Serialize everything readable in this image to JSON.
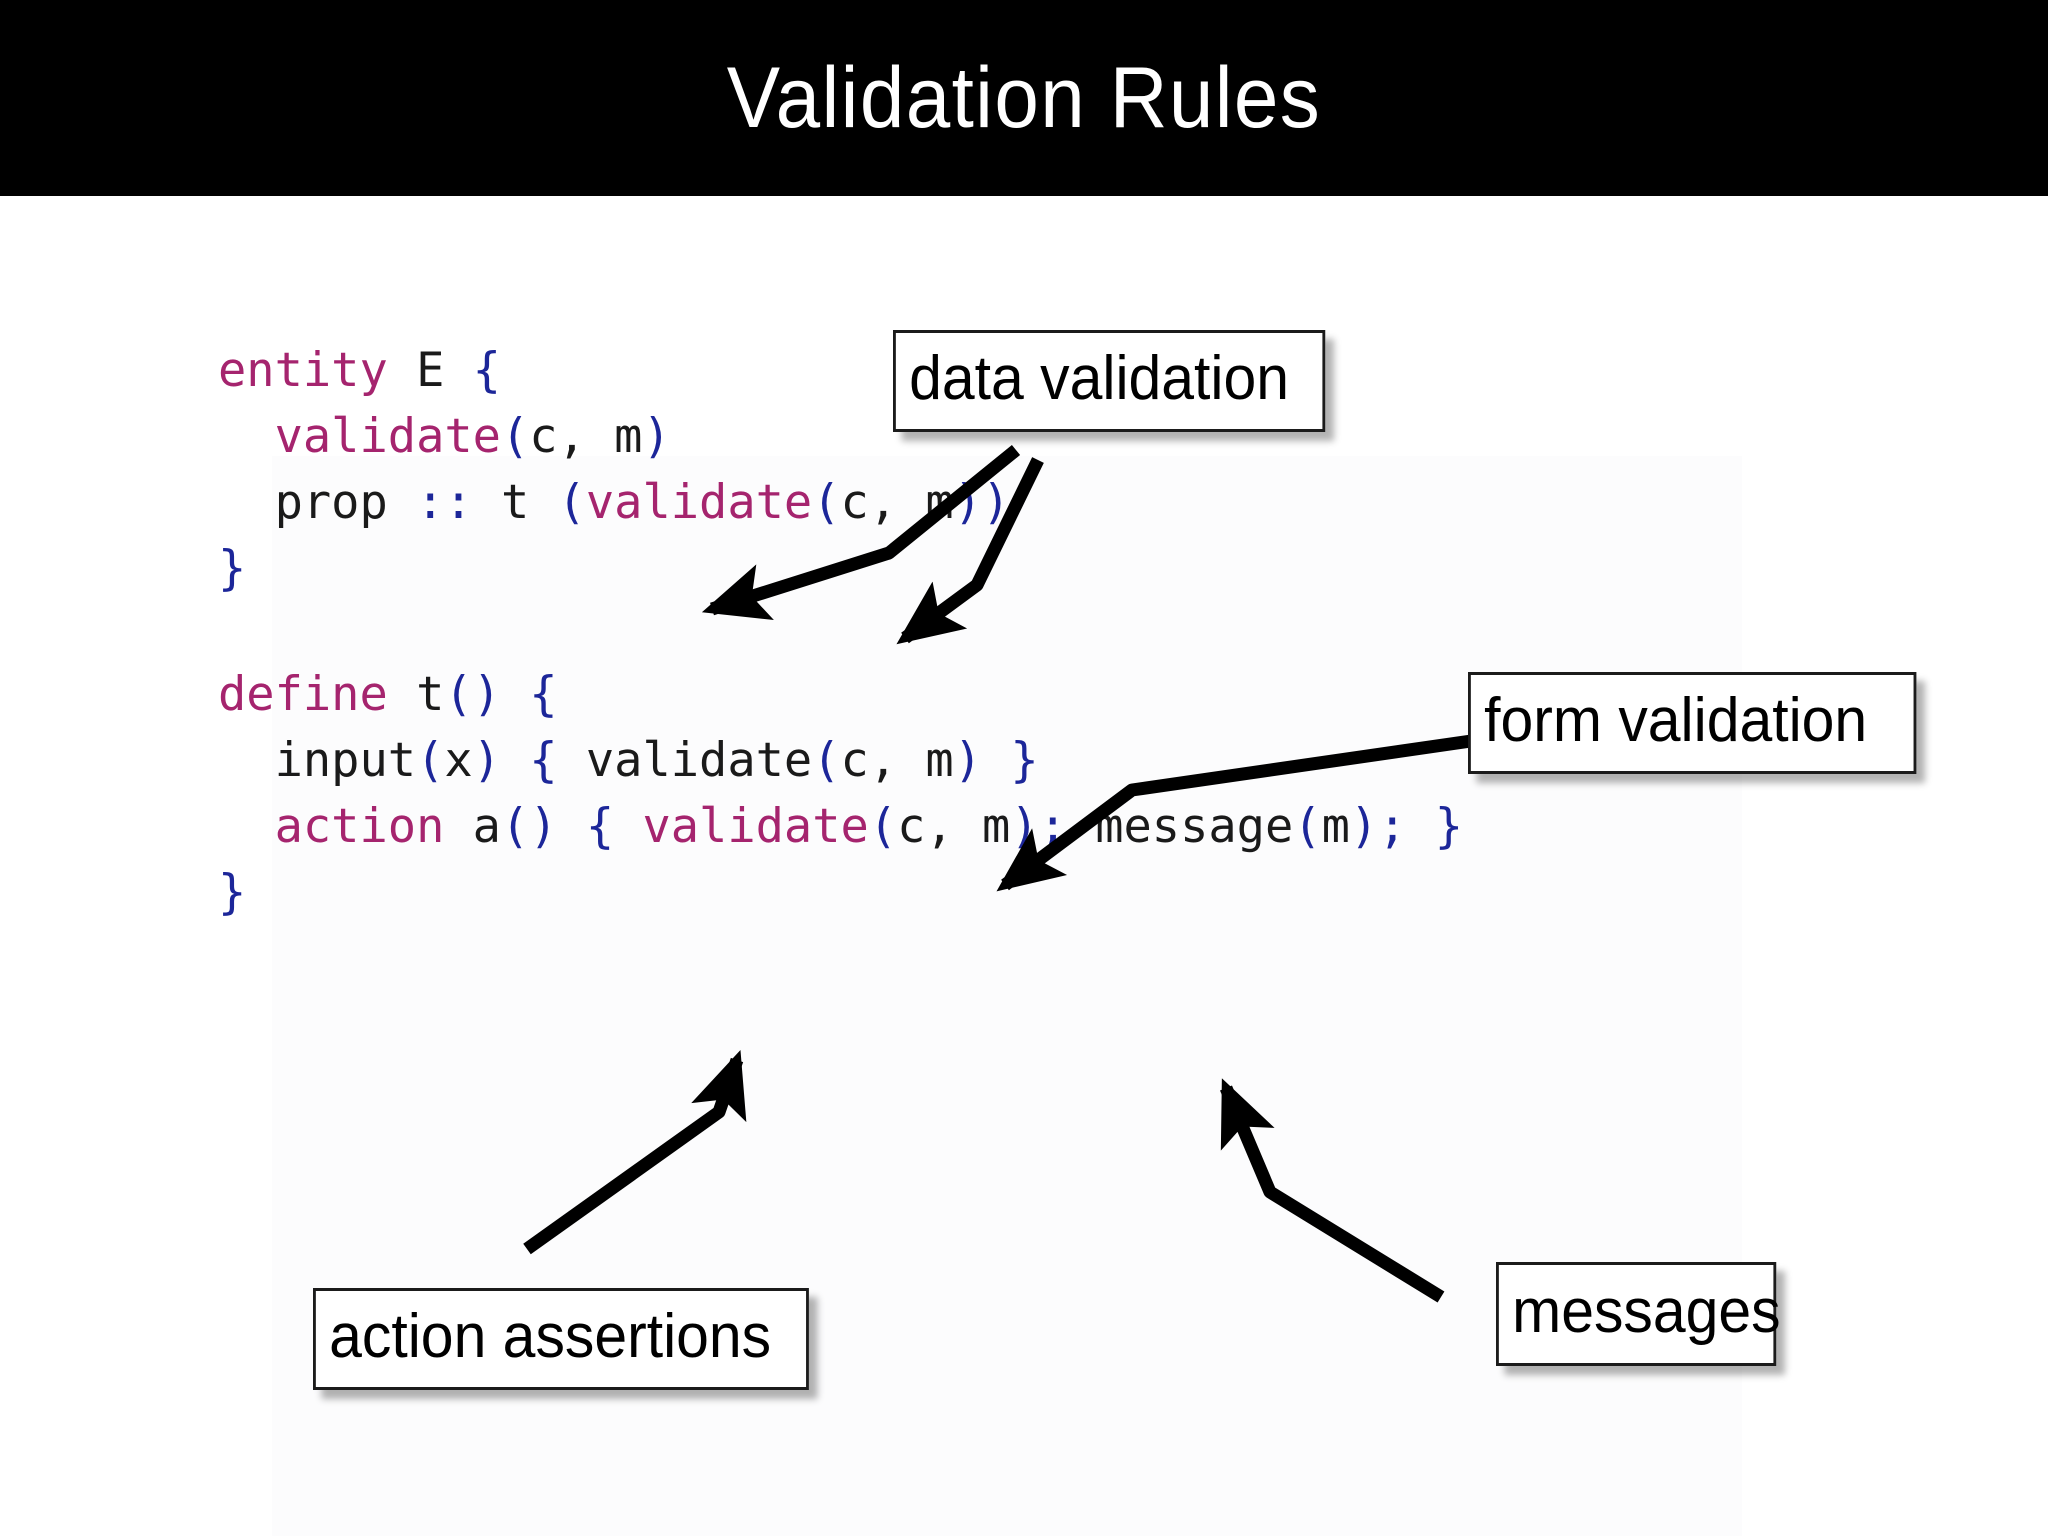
{
  "slide": {
    "title": "Validation Rules",
    "title_bar_color": "#000000",
    "title_text_color": "#ffffff",
    "background_color": "#ffffff"
  },
  "syntax_colors": {
    "keyword": "#a5246e",
    "plain": "#1a1a1a",
    "punctuation": "#1c2699"
  },
  "code": {
    "entity_block": {
      "line1": {
        "kw": "entity",
        "sp1": " ",
        "name": "E",
        "sp2": " ",
        "brace": "{"
      },
      "line2": {
        "indent": "  ",
        "kw": "validate",
        "open": "(",
        "args": "c, m",
        "close": ")"
      },
      "line3": {
        "indent": "  ",
        "name": "prop",
        "sp1": " ",
        "op": "::",
        "sp2": " ",
        "type": "t",
        "sp3": " ",
        "paren_open": "(",
        "kw": "validate",
        "open": "(",
        "args": "c, m",
        "close": ")",
        "paren_close": ")"
      },
      "line4": {
        "brace": "}"
      }
    },
    "define_block": {
      "line1": {
        "kw": "define",
        "sp1": " ",
        "name": "t",
        "parens": "()",
        "sp2": " ",
        "brace": "{"
      },
      "line2": {
        "indent": "  ",
        "name": "input",
        "open": "(",
        "arg": "x",
        "close": ")",
        "sp1": " ",
        "brace_open": "{",
        "sp2": " ",
        "call": "validate",
        "call_open": "(",
        "call_args": "c, m",
        "call_close": ")",
        "sp3": " ",
        "brace_close": "}"
      },
      "line3": {
        "indent": "  ",
        "kw": "action",
        "sp1": " ",
        "name": "a",
        "parens": "()",
        "sp2": " ",
        "brace_open": "{",
        "sp3": " ",
        "call": "validate",
        "call_open": "(",
        "call_args": "c, m",
        "call_close": ")",
        "semi1": ";",
        "sp4": " ",
        "msg": "message",
        "msg_open": "(",
        "msg_arg": "m",
        "msg_close": ")",
        "semi2": ";",
        "sp5": " ",
        "brace_close": "}"
      },
      "line4": {
        "brace": "}"
      }
    }
  },
  "callouts": [
    {
      "id": "data-validation",
      "label": "data validation"
    },
    {
      "id": "form-validation",
      "label": "form validation"
    },
    {
      "id": "action-assertions",
      "label": "action assertions"
    },
    {
      "id": "messages",
      "label": "messages"
    }
  ],
  "arrows": [
    {
      "name": "arrow-data-validation-to-validate-call",
      "from": "data validation",
      "to": "validate(c, m)"
    },
    {
      "name": "arrow-data-validation-to-prop-validate",
      "from": "data validation",
      "to": "prop :: t (validate(c, m))"
    },
    {
      "name": "arrow-form-validation-to-input-validate",
      "from": "form validation",
      "to": "input(x) { validate(c, m) }"
    },
    {
      "name": "arrow-action-assertions-to-action-validate",
      "from": "action assertions",
      "to": "action a() { validate(c, m); ... }"
    },
    {
      "name": "arrow-messages-to-message-call",
      "from": "messages",
      "to": "message(m)"
    }
  ]
}
